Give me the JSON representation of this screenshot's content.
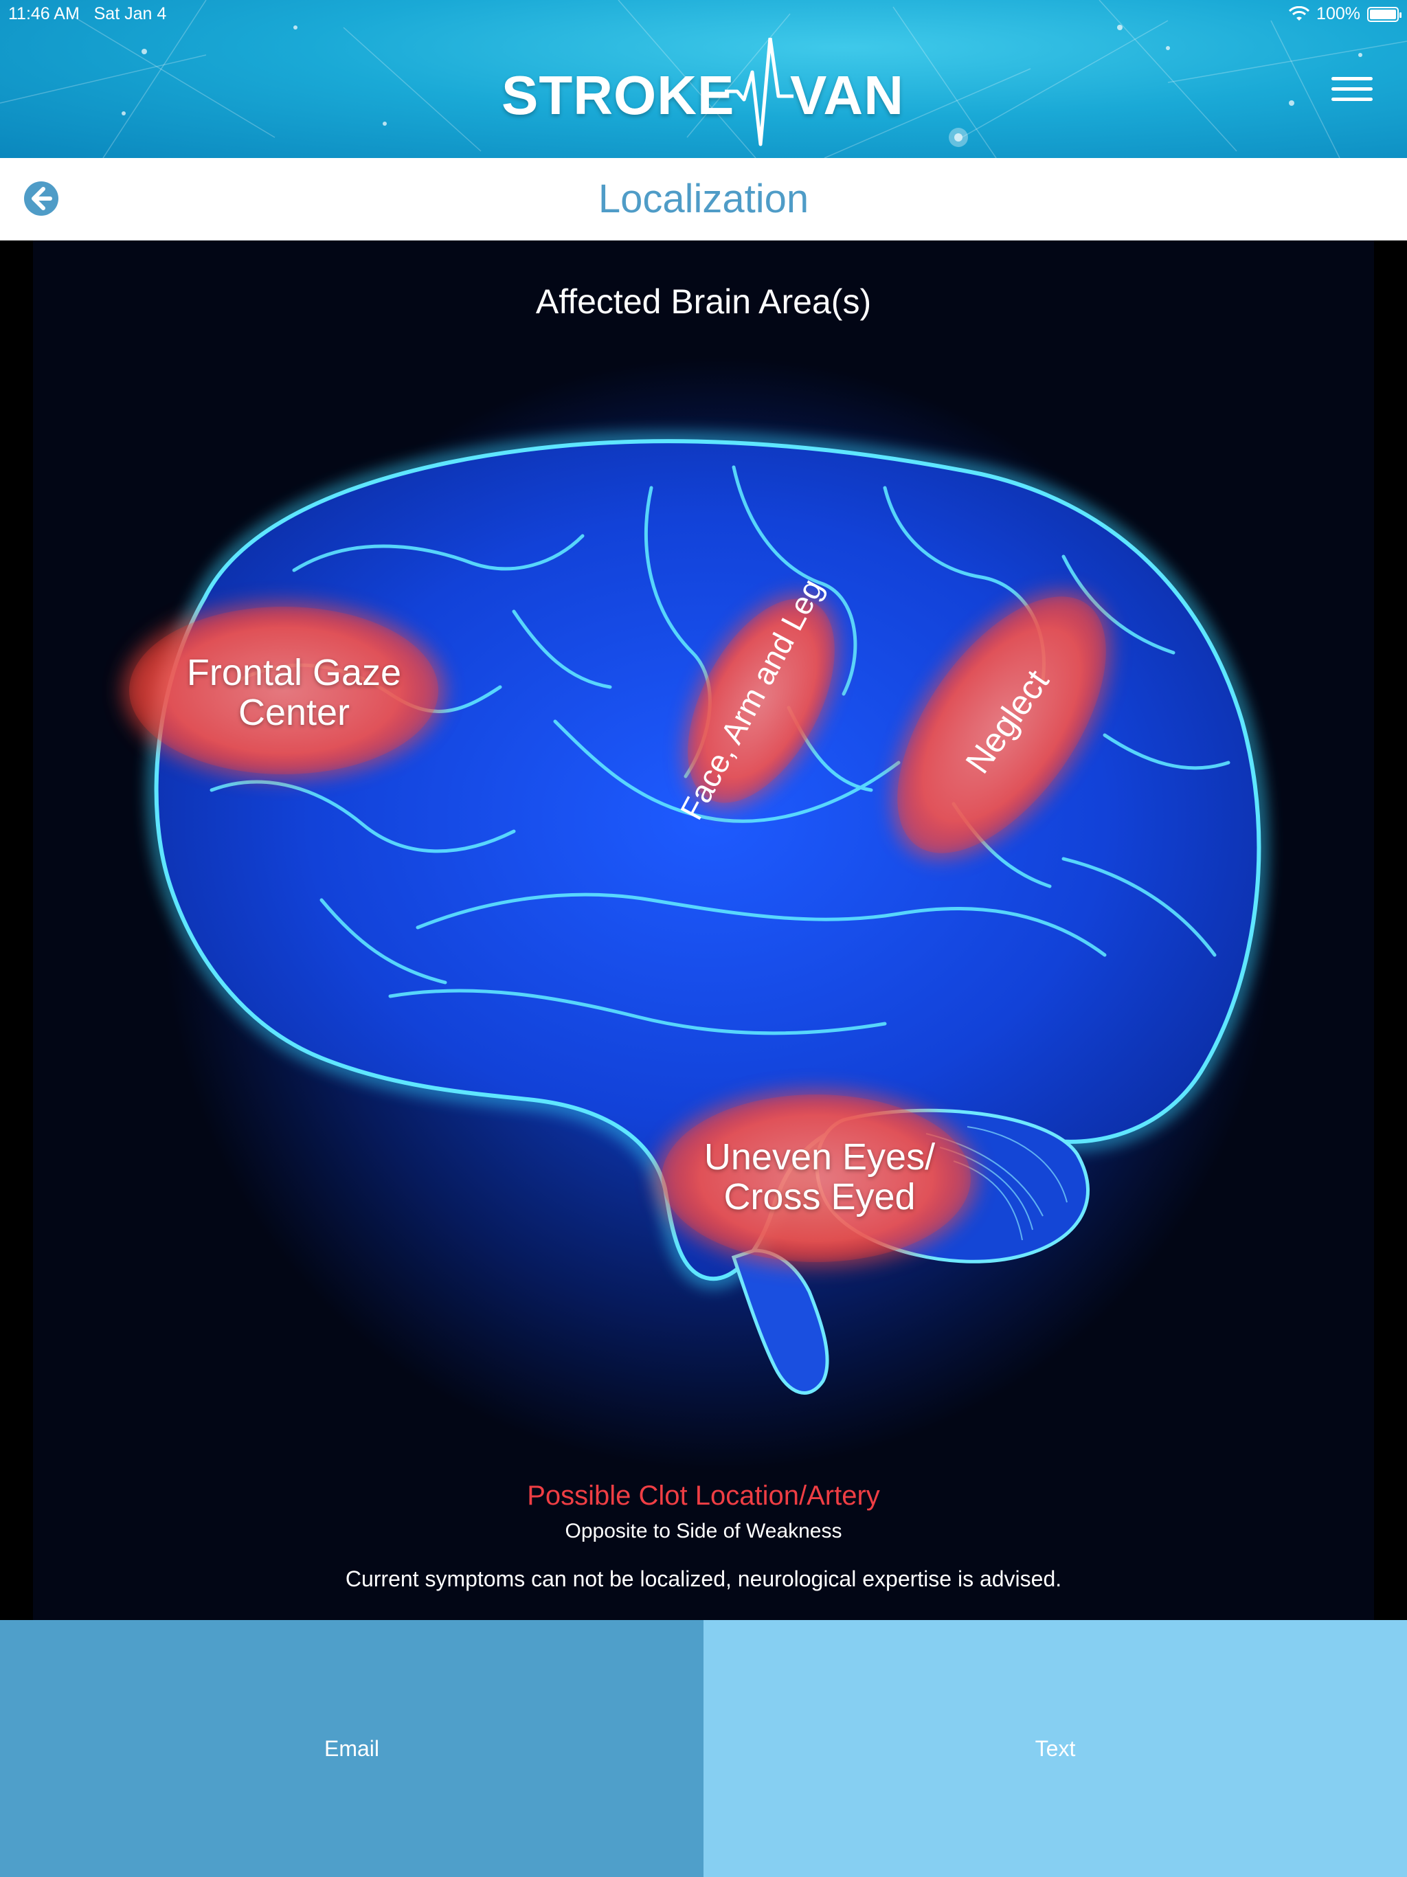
{
  "status_bar": {
    "time": "11:46 AM",
    "date": "Sat Jan 4",
    "battery": "100%"
  },
  "header": {
    "logo_left": "STROKE",
    "logo_right": "VAN",
    "menu_icon": "hamburger-menu-icon"
  },
  "title_bar": {
    "back_icon": "back-arrow-icon",
    "title": "Localization"
  },
  "main": {
    "title": "Affected Brain Area(s)",
    "zones": {
      "frontal_line1": "Frontal Gaze",
      "frontal_line2": "Center",
      "motor": "Face, Arm and Leg",
      "neglect": "Neglect",
      "eyes_line1": "Uneven Eyes/",
      "eyes_line2": "Cross Eyed"
    },
    "clot_title": "Possible Clot Location/Artery",
    "clot_subtitle": "Opposite to Side of Weakness",
    "advice": "Current symptoms can not be localized, neurological expertise is advised."
  },
  "buttons": {
    "email": "Email",
    "text": "Text"
  },
  "colors": {
    "title_blue": "#4f9cc7",
    "clot_red": "#ef3e44",
    "email_button": "#4f9fca",
    "text_button": "#86cff2"
  }
}
